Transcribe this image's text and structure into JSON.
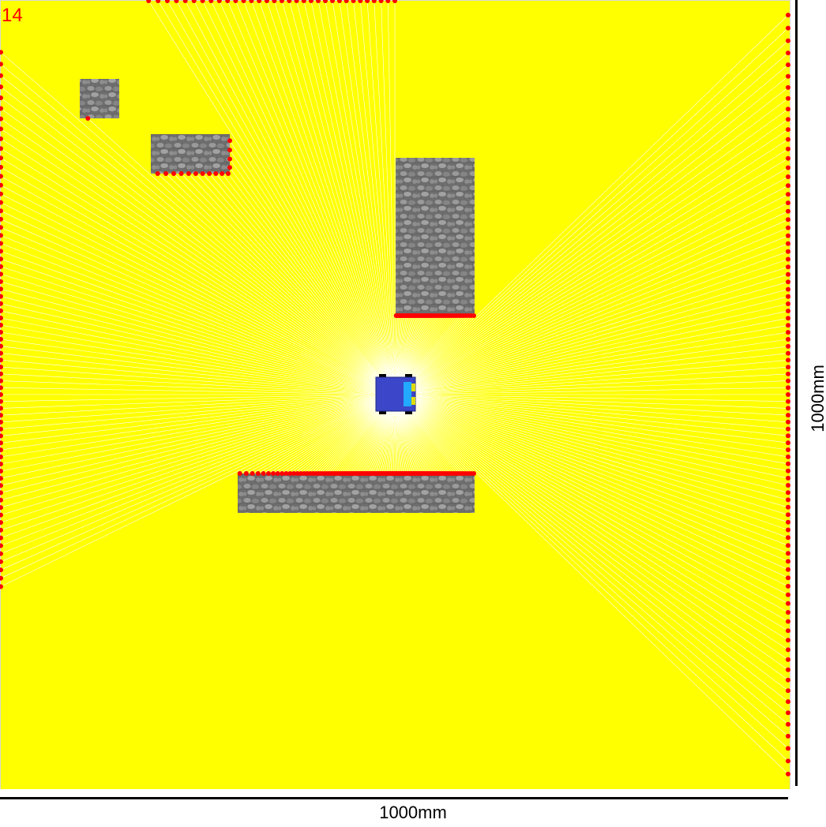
{
  "frame_counter": "14",
  "x_dimension_label": "1000mm",
  "y_dimension_label": "1000mm",
  "colors": {
    "floor": "#ffff00",
    "ray": "#ffffff",
    "hit_point": "#ff0000",
    "obstacle": "#7a7a7a",
    "robot_body": "#3c46c8",
    "robot_sensor": "#22aaff",
    "robot_wheels": "#000000"
  },
  "robot": {
    "heading": "right"
  },
  "lidar": {
    "ray_count": 360
  }
}
